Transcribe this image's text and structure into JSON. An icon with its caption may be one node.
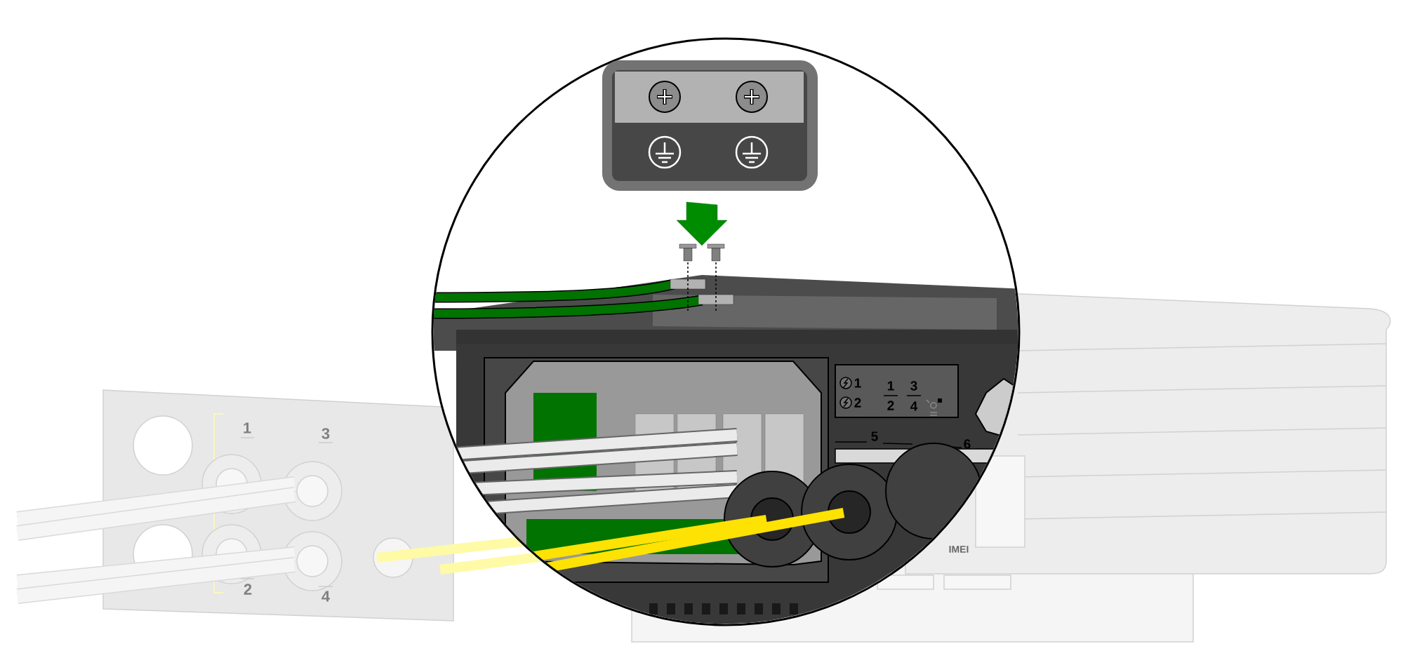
{
  "diagram": {
    "labels": [
      "1",
      "3",
      "2",
      "4",
      "1",
      "2",
      "1",
      "2",
      "3",
      "4",
      "5",
      "6",
      "IMEI"
    ]
  }
}
